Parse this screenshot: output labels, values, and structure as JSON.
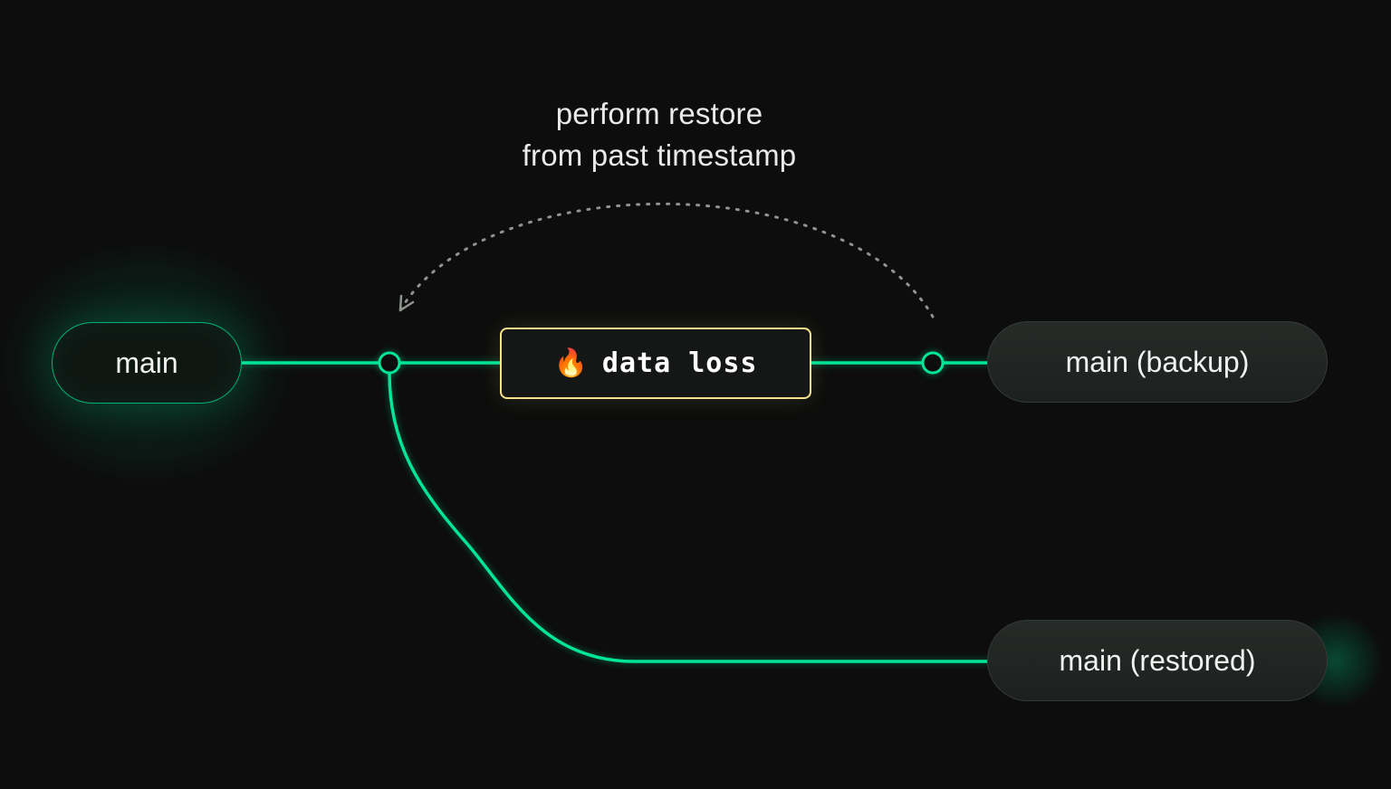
{
  "diagram": {
    "annotation": {
      "line1": "perform restore",
      "line2": "from past timestamp"
    },
    "nodes": {
      "main": {
        "label": "main"
      },
      "backup": {
        "label": "main (backup)"
      },
      "restored": {
        "label": "main (restored)"
      },
      "data_loss": {
        "icon": "🔥",
        "label": "data loss"
      }
    },
    "colors": {
      "background": "#0c0d0c",
      "accent_green": "#00e599",
      "warning_border": "#f5e48c",
      "arc_gray": "#8f948f"
    }
  }
}
